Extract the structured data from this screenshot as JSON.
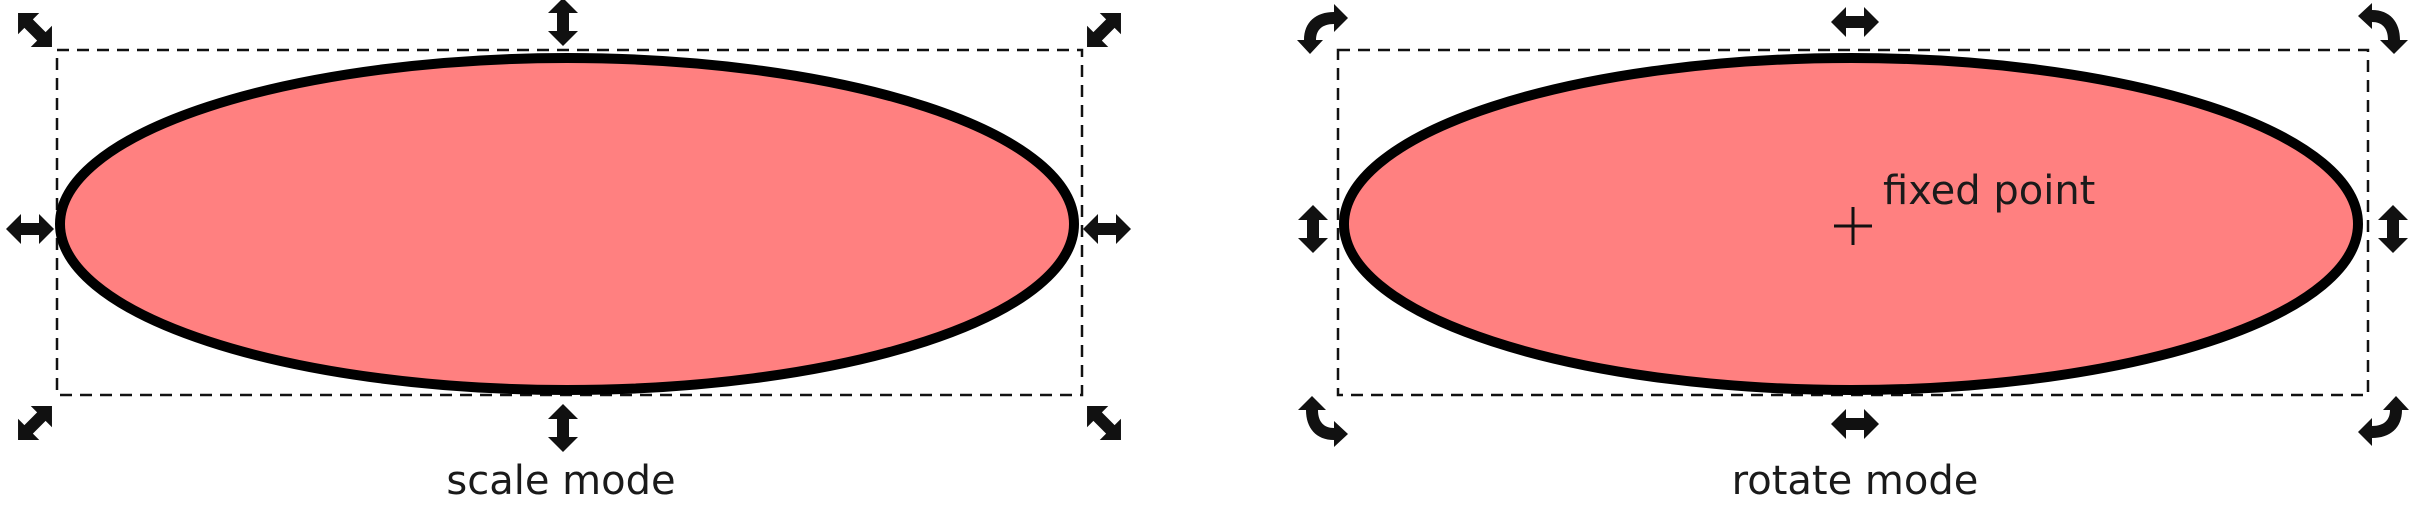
{
  "colors": {
    "fill": "#ff8080",
    "stroke": "#000000",
    "handle": "#111111"
  },
  "panels": [
    {
      "mode": "scale",
      "caption": "scale mode",
      "handle_icons": [
        "scale-diagonal-arrow-icon",
        "scale-vertical-arrow-icon",
        "scale-horizontal-arrow-icon"
      ]
    },
    {
      "mode": "rotate",
      "caption": "rotate mode",
      "annotation": "fixed point",
      "handle_icons": [
        "rotate-corner-arrow-icon",
        "skew-horizontal-arrow-icon",
        "skew-vertical-arrow-icon"
      ]
    }
  ]
}
